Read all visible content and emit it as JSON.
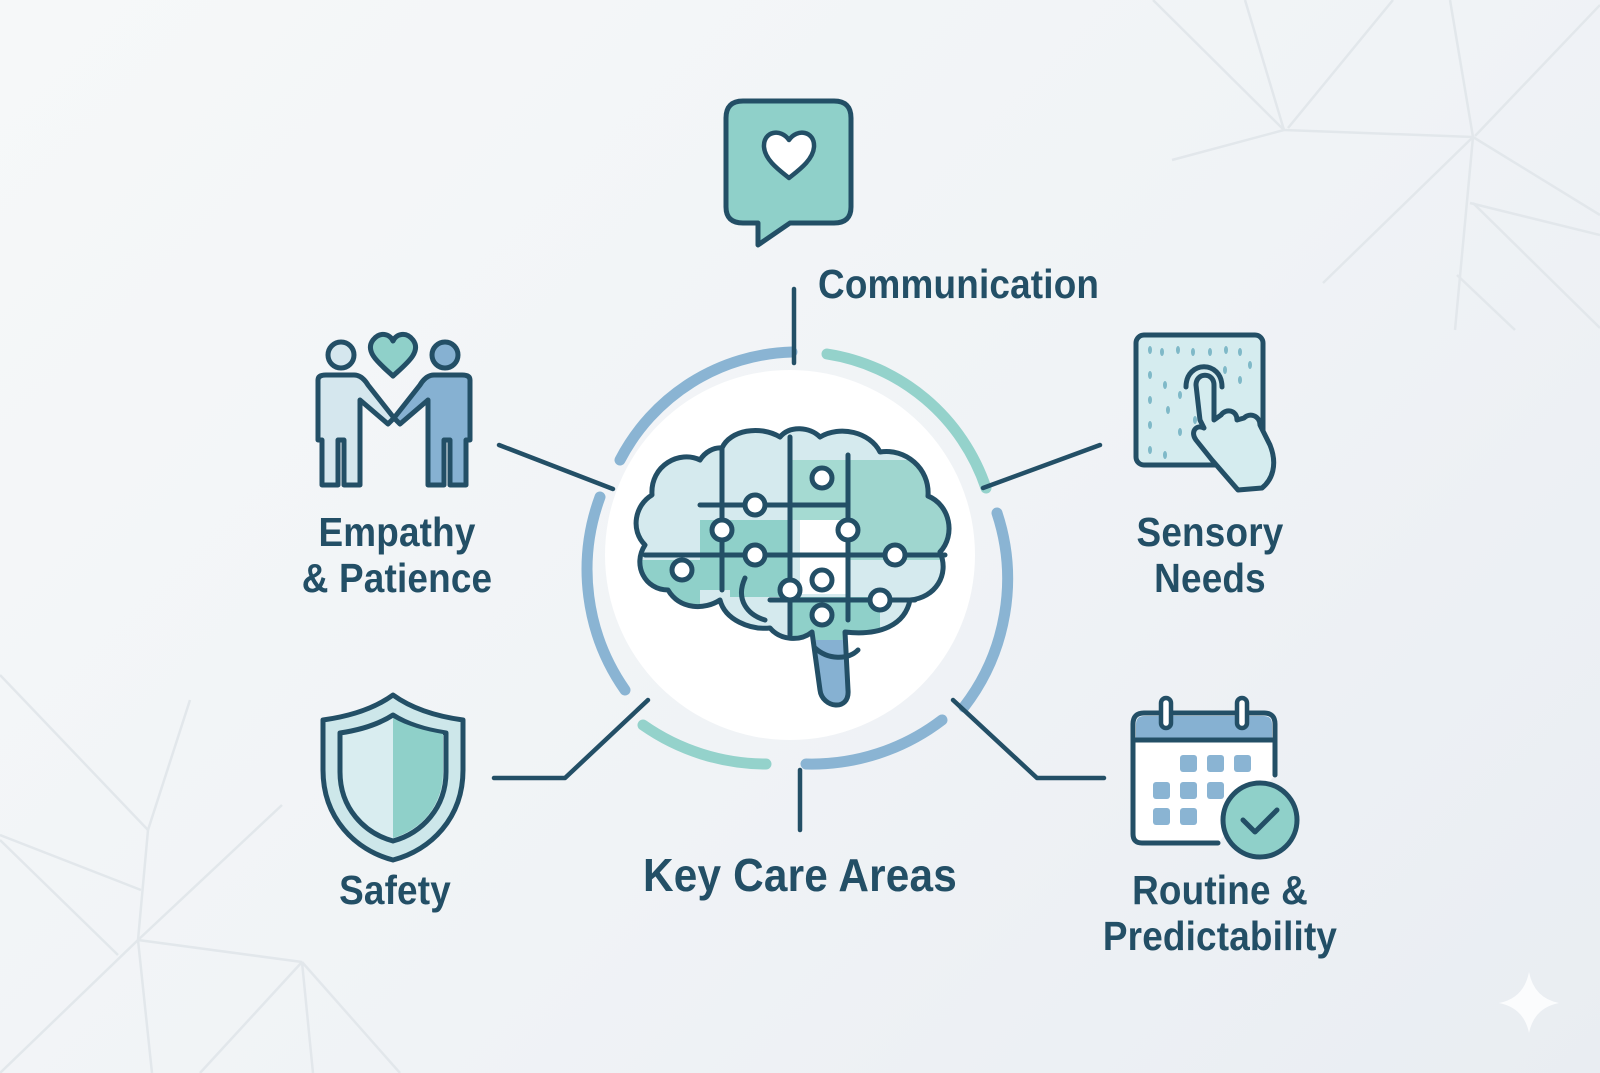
{
  "diagram": {
    "title": "Key Care Areas",
    "center_icon": "puzzle-brain-icon",
    "nodes": [
      {
        "id": "communication",
        "label_lines": [
          "Communication"
        ],
        "icon": "speech-bubble-heart-icon"
      },
      {
        "id": "empathy",
        "label_lines": [
          "Empathy",
          "& Patience"
        ],
        "icon": "people-holding-hands-heart-icon"
      },
      {
        "id": "sensory",
        "label_lines": [
          "Sensory",
          "Needs"
        ],
        "icon": "hand-touching-textured-pad-icon"
      },
      {
        "id": "safety",
        "label_lines": [
          "Safety"
        ],
        "icon": "shield-icon"
      },
      {
        "id": "routine",
        "label_lines": [
          "Routine &",
          "Predictability"
        ],
        "icon": "calendar-check-icon"
      }
    ],
    "connections": [
      {
        "from": "center",
        "to": "communication"
      },
      {
        "from": "center",
        "to": "empathy"
      },
      {
        "from": "center",
        "to": "sensory"
      },
      {
        "from": "center",
        "to": "safety"
      },
      {
        "from": "center",
        "to": "routine"
      },
      {
        "from": "center",
        "to": "title"
      }
    ]
  },
  "colors": {
    "outline": "#234f66",
    "teal": "#8fd0c9",
    "teal_light": "#d3ecea",
    "blue": "#86b1d2",
    "blue_light": "#d5e7ee",
    "background": "#f2f5f7",
    "bg_lines": "#e3e8ec"
  },
  "decorations": {
    "corner_mark": "sparkle-icon"
  }
}
